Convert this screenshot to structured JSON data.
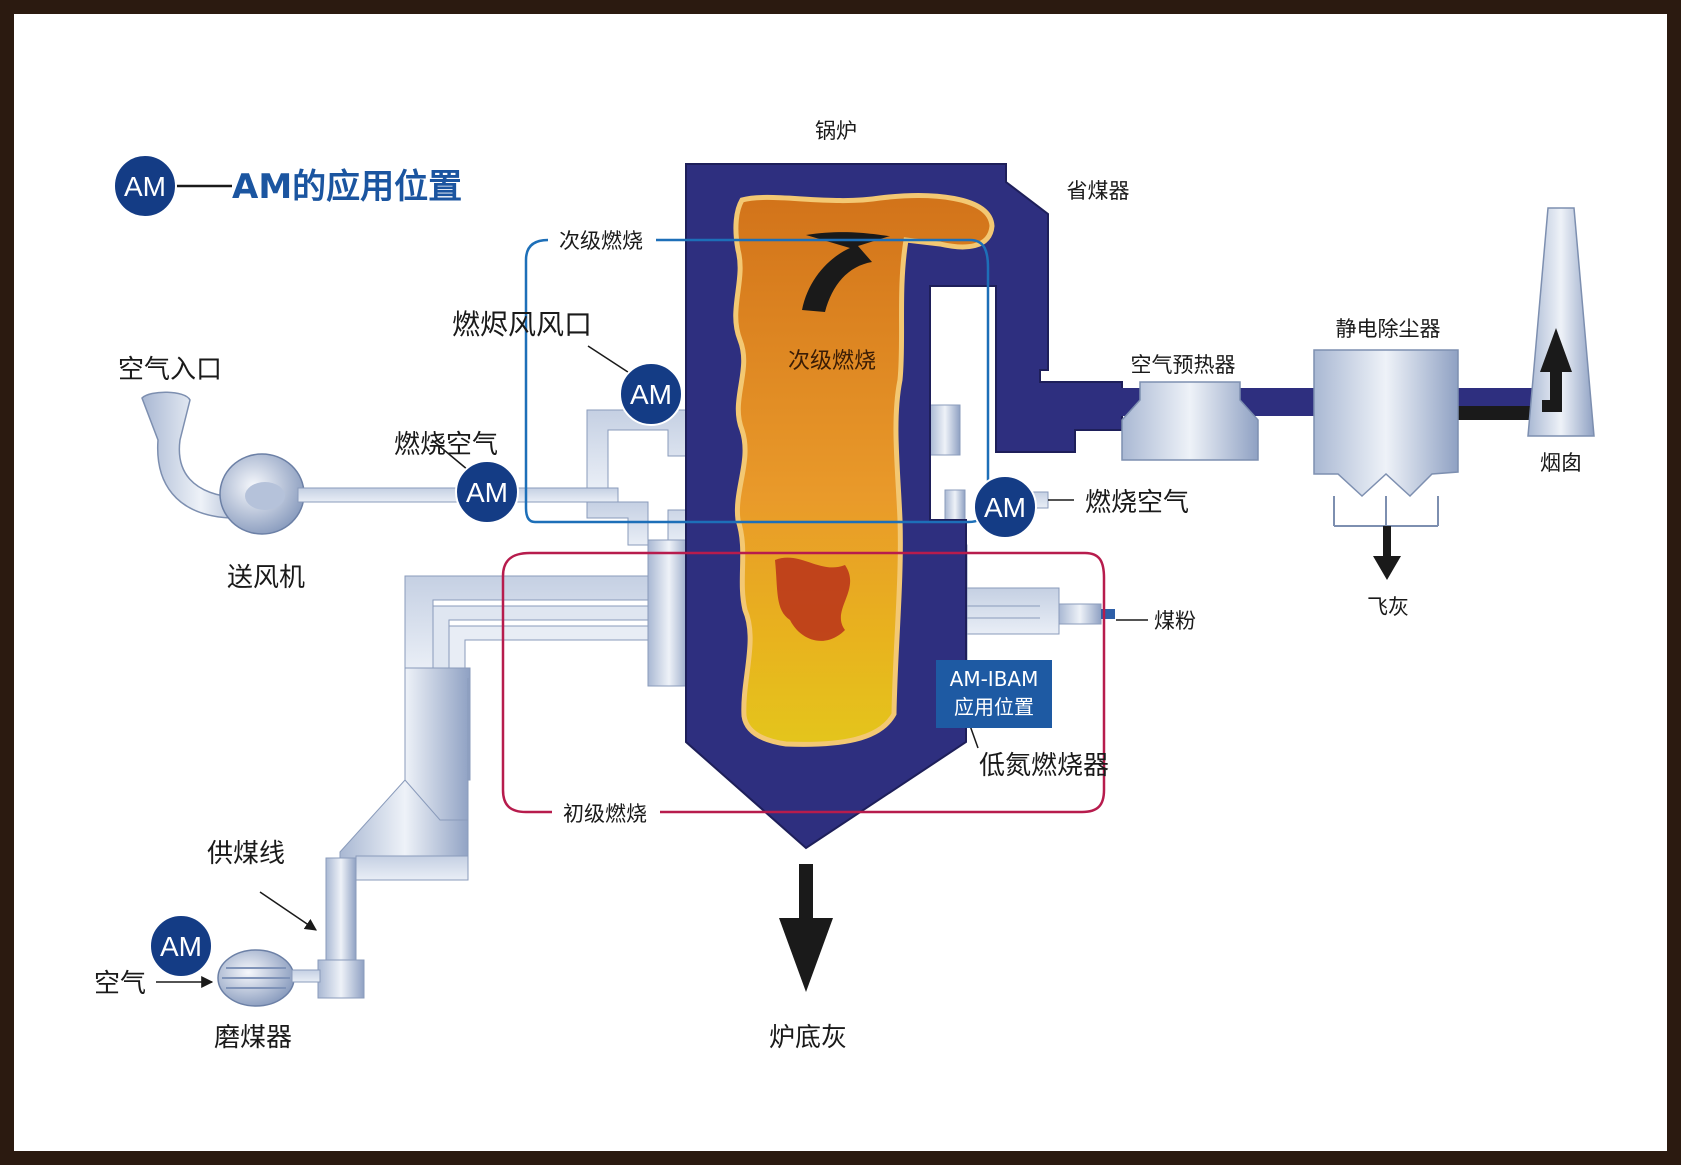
{
  "colors": {
    "boiler": "#2e2f7f",
    "fire": "#e08a1f",
    "am_circle": "#143c85",
    "primary_loop": "#b71c4d",
    "secondary_loop": "#1d6fb8",
    "legend_text": "#1b55a0"
  },
  "legend": {
    "marker": "AM",
    "text": "AM的应用位置"
  },
  "labels": {
    "boiler": "锅炉",
    "economizer": "省煤器",
    "secondary_combustion_top": "次级燃烧",
    "secondary_combustion_inner": "次级燃烧",
    "overfire_air_port": "燃烬风风口",
    "air_inlet": "空气入口",
    "combustion_air_left": "燃烧空气",
    "combustion_air_right": "燃烧空气",
    "fan": "送风机",
    "air_preheater": "空气预热器",
    "esp": "静电除尘器",
    "chimney": "烟囱",
    "fly_ash": "飞灰",
    "coal_powder": "煤粉",
    "low_nox_burner": "低氮燃烧器",
    "primary_combustion": "初级燃烧",
    "coal_feed_line": "供煤线",
    "air": "空气",
    "coal_mill": "磨煤器",
    "bottom_ash": "炉底灰"
  },
  "ibam": {
    "line1": "AM-IBAM",
    "line2": "应用位置"
  },
  "am_markers": [
    {
      "name": "am-marker-legend",
      "label": "AM"
    },
    {
      "name": "am-marker-overfire-air",
      "label": "AM"
    },
    {
      "name": "am-marker-combustion-air-left",
      "label": "AM"
    },
    {
      "name": "am-marker-combustion-air-right",
      "label": "AM"
    },
    {
      "name": "am-marker-coal-mill",
      "label": "AM"
    }
  ]
}
